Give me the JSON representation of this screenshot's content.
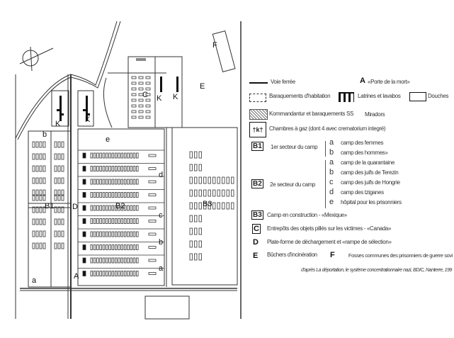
{
  "map": {
    "labels": {
      "k1": "K",
      "k2": "K",
      "k3": "K",
      "k4": "K",
      "b1": "B1",
      "b2": "B2",
      "b3": "B3",
      "c": "C",
      "d": "D",
      "e": "E",
      "f": "F",
      "a_gate": "A",
      "b1a": "a",
      "b1b": "b",
      "b2a": "a",
      "b2b": "b",
      "b2c": "c",
      "b2d": "d",
      "b2e": "e"
    }
  },
  "legend": {
    "railway": "Voie ferrée",
    "gate_symbol": "A",
    "gate": "«Porte de la mort»",
    "barracks": "Baraquements d'habitation",
    "latrines": "Latrines et lavabos",
    "showers": "Douches",
    "kommandantur": "Kommandantur et baraquements SS",
    "watchtowers": "Miradors",
    "gas_chambers": "Chambres à gaz (dont 4 avec crematorium integré)",
    "b1_symbol": "B1",
    "b1": "1er secteur du camp",
    "b1_items": [
      {
        "k": "a",
        "v": "camp des femmes"
      },
      {
        "k": "b",
        "v": "camp des hommes»"
      }
    ],
    "b2_symbol": "B2",
    "b2": "2e secteur du camp",
    "b2_items": [
      {
        "k": "a",
        "v": "camp de la quarantaine"
      },
      {
        "k": "b",
        "v": "camp des juifs de Terezin"
      },
      {
        "k": "c",
        "v": "camp des juifs de Hongrie"
      },
      {
        "k": "d",
        "v": "camp des tziganes"
      },
      {
        "k": "e",
        "v": "hôpital pour les prisonniers"
      }
    ],
    "b3_symbol": "B3",
    "b3": "Camp en construction - «Mexique»",
    "c_symbol": "C",
    "c": "Entrepôts des objets pillés sur les victimes - «Canada»",
    "d_symbol": "D",
    "d": "Plate-forme de déchargement et «rampe de sélection»",
    "e_symbol": "E",
    "e": "Bûchers d'incinération",
    "f_symbol": "F",
    "f": "Fosses communes des prisonniers de guerre sovi",
    "source": "d'après La déportation, le système concentrationnaire nazi, BDIC, Nanterre, 199"
  }
}
